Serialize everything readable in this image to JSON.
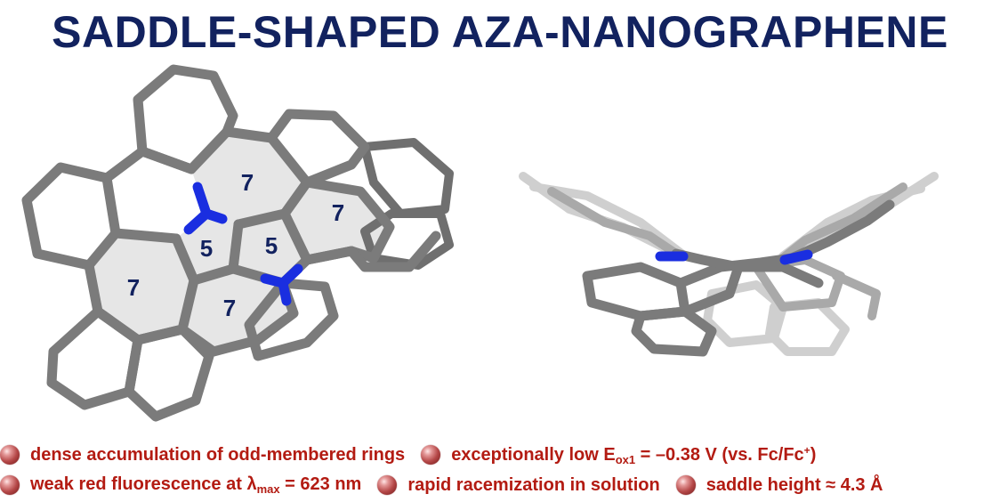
{
  "title": "SADDLE-SHAPED AZA-NANOGRAPHENE",
  "ring_labels": {
    "seven_top": "7",
    "seven_right": "7",
    "five_left": "5",
    "five_right": "5",
    "seven_left": "7",
    "seven_bottom": "7"
  },
  "bullets": {
    "b1": "dense accumulation of odd-membered rings",
    "b2_pre": "exceptionally low E",
    "b2_sub": "ox1",
    "b2_post": " = –0.38 V (vs. Fc/Fc",
    "b2_sup": "+",
    "b2_end": ")",
    "b3_pre": "weak red fluorescence at λ",
    "b3_sub": "max",
    "b3_post": " = 623 nm",
    "b4": "rapid racemization in solution",
    "b5": "saddle height ≈ 4.3 Å"
  },
  "colors": {
    "title": "#12225f",
    "bullet_text": "#b31b12",
    "bond": "#7b7b7b",
    "nitrogen": "#1a2ee0",
    "ring_fill": "#e6e6e6"
  }
}
